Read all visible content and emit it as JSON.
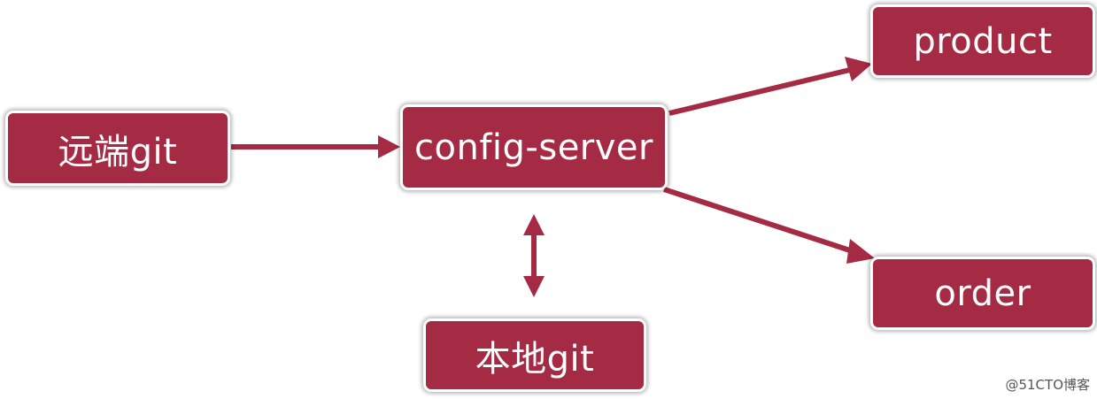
{
  "diagram": {
    "nodes": {
      "remote_git": "远端git",
      "config_server": "config-server",
      "local_git": "本地git",
      "product": "product",
      "order": "order"
    },
    "edges": [
      {
        "from": "remote_git",
        "to": "config_server",
        "direction": "forward"
      },
      {
        "from": "config_server",
        "to": "product",
        "direction": "forward"
      },
      {
        "from": "config_server",
        "to": "order",
        "direction": "forward"
      },
      {
        "from": "config_server",
        "to": "local_git",
        "direction": "bidirectional"
      }
    ],
    "colors": {
      "node_fill": "#a52a43",
      "node_text": "#ffffff",
      "arrow": "#a52a43"
    }
  },
  "watermark": "@51CTO博客"
}
